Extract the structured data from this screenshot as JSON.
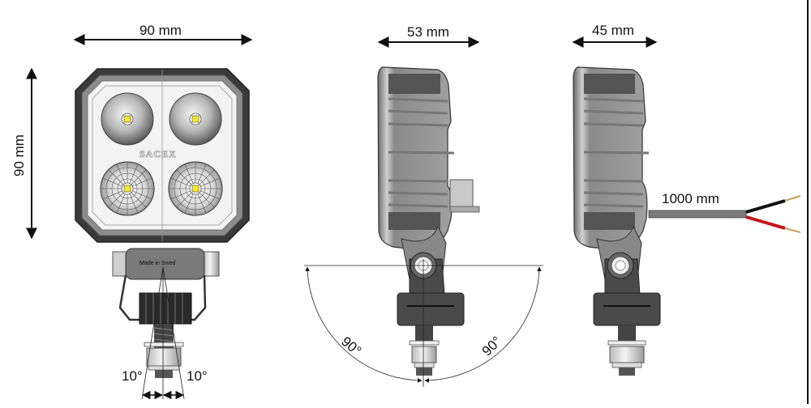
{
  "drawing": {
    "subject": "LED work lamp dimensional drawing",
    "brand_mark": "SACEX",
    "housing_stamp": "Made in Swed",
    "colors": {
      "housing_dark": "#3a3a3a",
      "housing_mid": "#6e6e6e",
      "housing_light": "#bdbdbd",
      "lens_face": "#f2f2f2",
      "led_yellow": "#f4ea2a",
      "wire_red": "#c8141a",
      "wire_black": "#111111",
      "wire_tip": "#c9a060",
      "cable_gray": "#7a7a7a",
      "dimension_line": "#111111"
    }
  },
  "front_view": {
    "width_label": "90 mm",
    "height_label": "90 mm",
    "tilt_left_label": "10°",
    "tilt_right_label": "10°",
    "leds": [
      {
        "position": "top-left",
        "reflector": "smooth"
      },
      {
        "position": "top-right",
        "reflector": "smooth"
      },
      {
        "position": "bottom-left",
        "reflector": "faceted"
      },
      {
        "position": "bottom-right",
        "reflector": "faceted"
      }
    ]
  },
  "side_view_connector": {
    "depth_label": "53 mm",
    "rotation_left_label": "90°",
    "rotation_right_label": "90°"
  },
  "side_view_cable": {
    "depth_label": "45 mm",
    "cable_length_label": "1000 mm"
  }
}
